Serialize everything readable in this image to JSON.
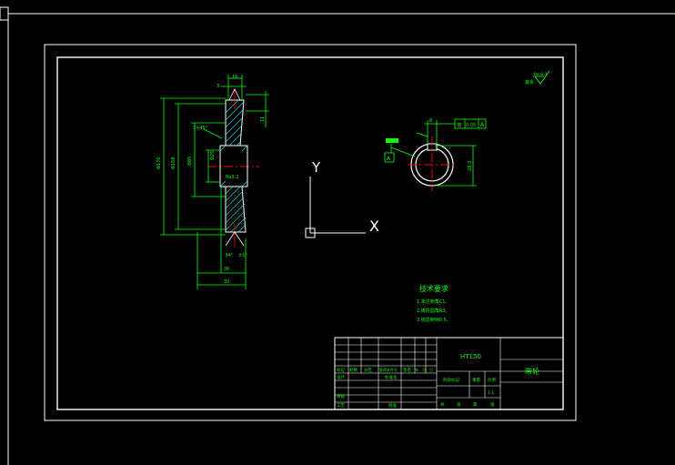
{
  "drawing": {
    "material": "HT150",
    "part_name": "带轮",
    "scale": "1:1",
    "tech_req_title": "技术要求",
    "tech_req_items": [
      "1.未注倒角C1。",
      "2.铸造圆角R3。",
      "3.锐边倒钝0.5。"
    ],
    "roughness_corner": "Ra 6.3",
    "roughness_rest_label": "其余",
    "tolerance_symbol": "≡",
    "tolerance_value": "0.05",
    "datum": "A"
  },
  "title_block": {
    "row1": [
      "标记",
      "处数",
      "分区",
      "更改文件号",
      "签名",
      "年、月、日"
    ],
    "design_label": "设计",
    "standard_label": "标准化",
    "check_label": "审核",
    "process_label": "工艺",
    "approve_label": "批准",
    "stage_mark_label": "阶段标记",
    "weight_label": "重量",
    "scale_label": "比例",
    "sheet_total_label": "共",
    "sheet_label": "张",
    "sheet_of_label": "第",
    "sheet_label2": "张"
  },
  "ucs": {
    "x_label": "X",
    "y_label": "Y"
  },
  "colors": {
    "background": "#000000",
    "frame": "#ffffff",
    "dimension": "#00ff00",
    "centerline": "#ff0000",
    "hatch": "#00ffff",
    "outline": "#ffffff"
  }
}
